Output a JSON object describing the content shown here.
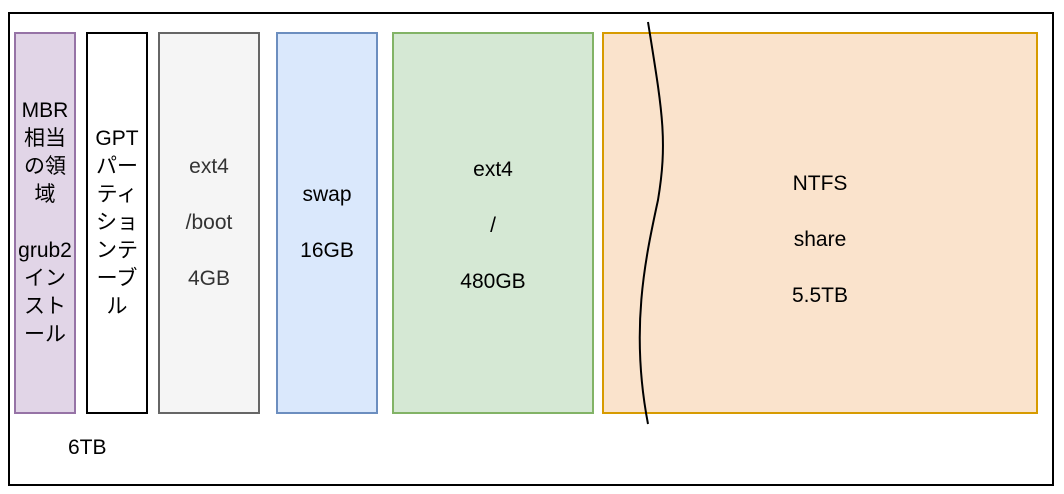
{
  "partitions": {
    "mbr": {
      "lines": [
        "MBR",
        "相当",
        "の領",
        "域",
        "",
        "grub2",
        "イン",
        "スト",
        "ール"
      ]
    },
    "gpt": {
      "lines": [
        "GPT",
        "パー",
        "ティ",
        "ショ",
        "ンテ",
        "ーブ",
        "ル"
      ]
    },
    "boot": {
      "fs": "ext4",
      "mount": "/boot",
      "size": "4GB"
    },
    "swap": {
      "fs": "swap",
      "size": "16GB"
    },
    "root": {
      "fs": "ext4",
      "mount": "/",
      "size": "480GB"
    },
    "ntfs": {
      "fs": "NTFS",
      "mount": "share",
      "size": "5.5TB"
    }
  },
  "disk_total": "6TB",
  "colors": {
    "mbr_fill": "#e1d5e7",
    "mbr_stroke": "#9673a6",
    "boot_fill": "#f5f5f5",
    "boot_stroke": "#666666",
    "swap_fill": "#dae8fc",
    "swap_stroke": "#6c8ebf",
    "root_fill": "#d5e8d4",
    "root_stroke": "#82b366",
    "ntfs_fill": "#fae3cc",
    "ntfs_stroke": "#d79b00"
  }
}
